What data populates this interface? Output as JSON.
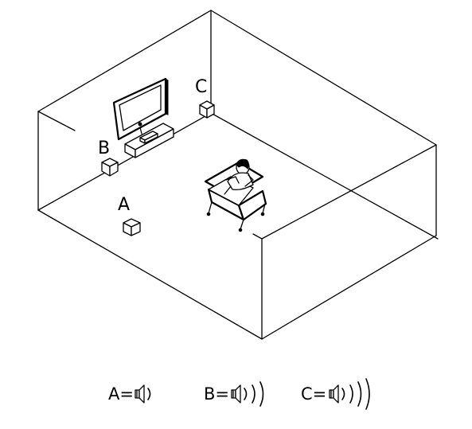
{
  "labels": {
    "speaker_a": "A",
    "speaker_b": "B",
    "speaker_c": "C"
  },
  "legend": [
    {
      "key": "A=",
      "speaker": "speaker-icon",
      "waves": 1
    },
    {
      "key": "B=",
      "speaker": "speaker-icon",
      "waves": 3
    },
    {
      "key": "C=",
      "speaker": "speaker-icon",
      "waves": 4
    }
  ],
  "colors": {
    "stroke": "#000000",
    "background": "#ffffff"
  }
}
